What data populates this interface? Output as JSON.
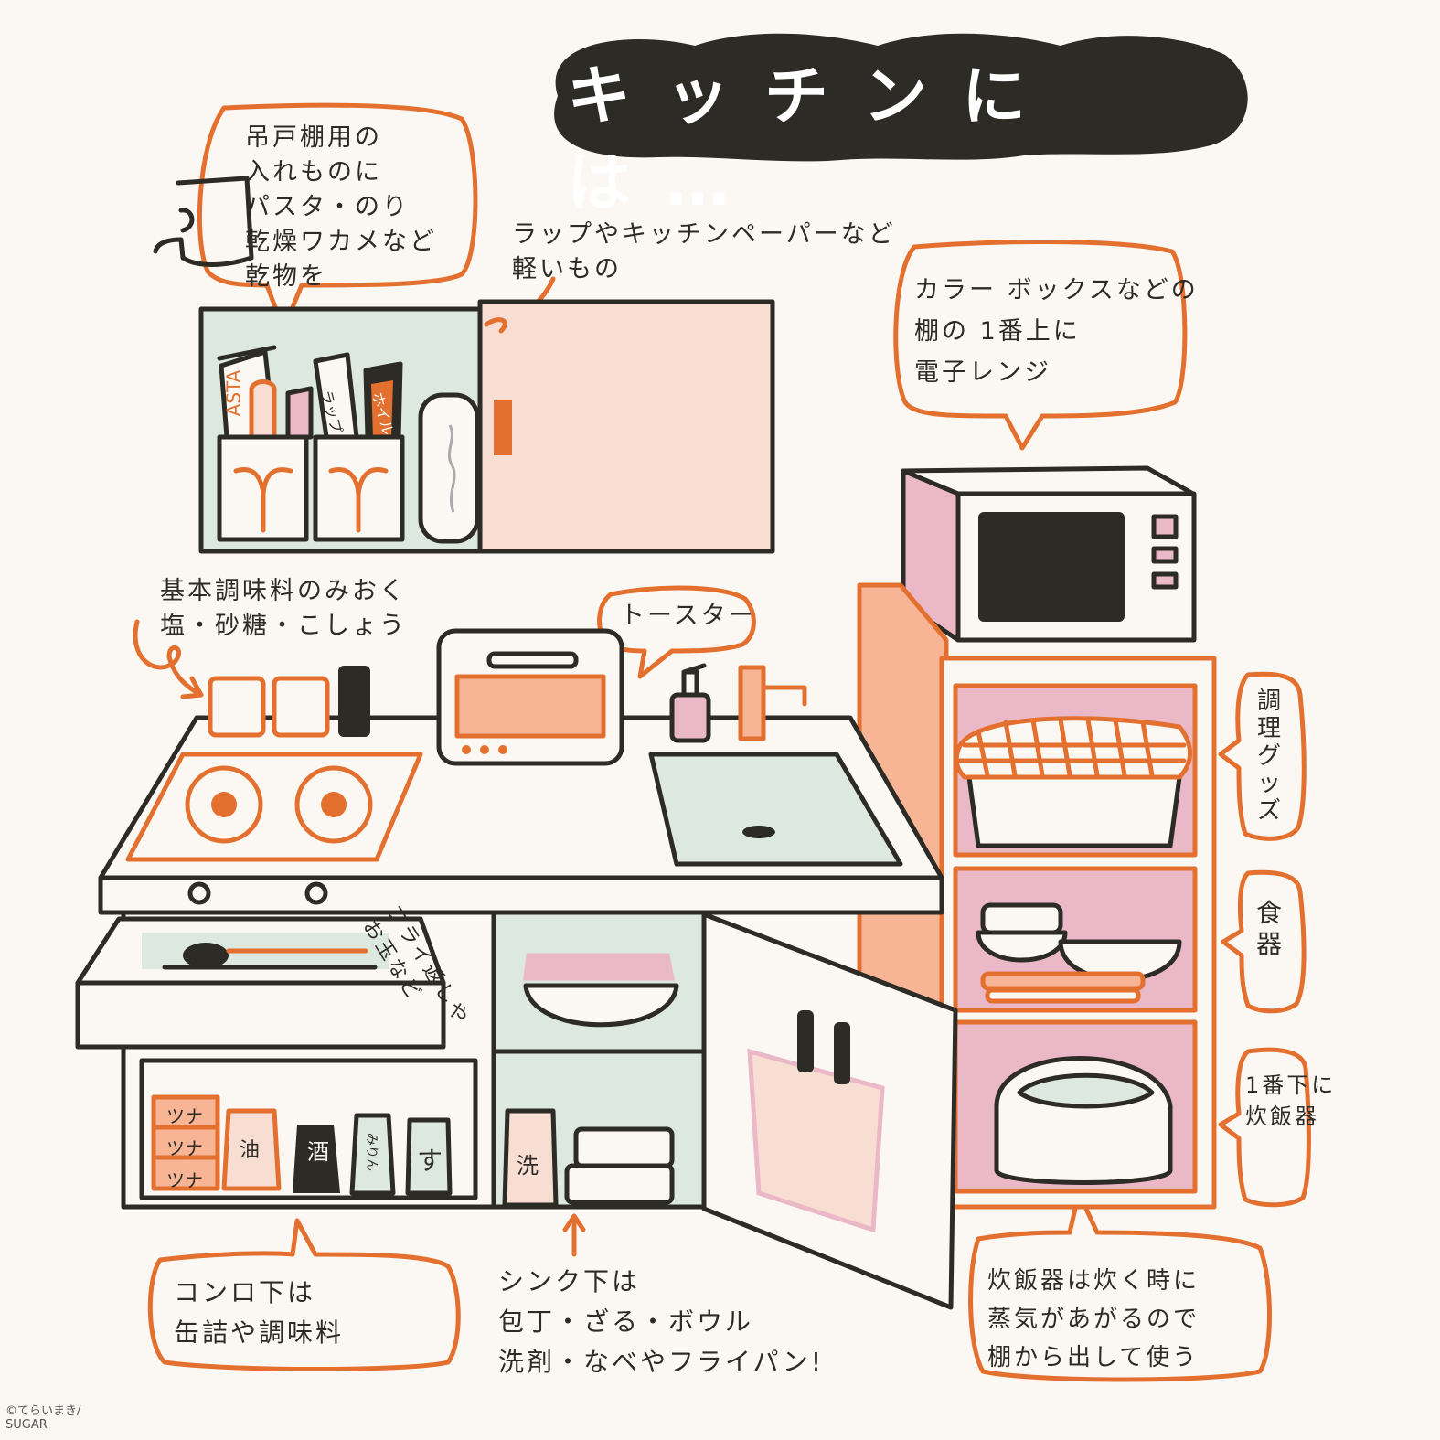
{
  "title": "キッチンには…",
  "notes": {
    "cupboard": "吊戸棚用の\n入れものに\nパスタ・のり\n乾燥ワカメなど\n乾物を",
    "light_items": "ラップやキッチンペーパーなど\n軽いもの",
    "microwave": "カラー ボックスなどの\n棚の 1番上に\n電子レンジ",
    "seasoning": "基本調味料のみおく\n塩・砂糖・こしょう",
    "toaster": "トースター",
    "drawer": "フライ返しや\nお玉など",
    "cooking_goods": "調\n理\nグ\nッ\nズ",
    "dishes": "食\n器",
    "rice_cooker_shelf": "1番下に\n炊飯器",
    "under_stove": "コンロ下は\n缶詰や調味料",
    "under_sink": "シンク下は\n包丁・ざる・ボウル\n洗剤・なべやフライパン!",
    "rice_cooker_steam": "炊飯器は炊く時に\n蒸気があがるので\n棚から出して使う"
  },
  "item_labels": {
    "pasta": "ASTA",
    "wrap": "ラップ",
    "foil": "ホイル",
    "tuna": "ツナ",
    "oil": "油",
    "sake": "酒",
    "mirin": "みりん",
    "vinegar": "す",
    "detergent": "洗"
  },
  "credit": "©てらいまき/\nSUGAR",
  "colors": {
    "line": "#2c2b26",
    "accent": "#e3702f",
    "pink": "#eab8c7",
    "mint": "#dde8e0",
    "peach": "#f7ddd2",
    "background": "#fbf8f3"
  }
}
